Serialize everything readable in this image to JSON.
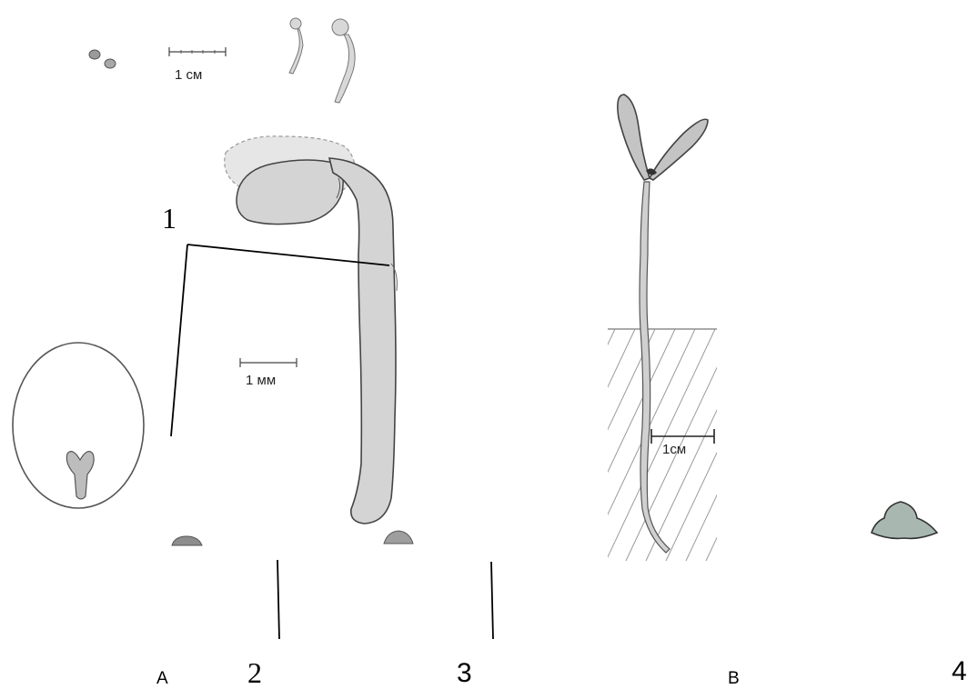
{
  "scale_bars": {
    "top_cm": "1 см",
    "middle_mm": "1 мм",
    "right_cm": "1см"
  },
  "callouts": {
    "one": "1",
    "two": "2",
    "three": "3",
    "four": "4"
  },
  "panels": {
    "a": "A",
    "b": "B"
  },
  "colors": {
    "ink": "#333333",
    "organ_fill": "#d6d6d6",
    "cotyledon_fill": "#c4c4c4",
    "tubercle_fill": "#a8b8b0"
  }
}
